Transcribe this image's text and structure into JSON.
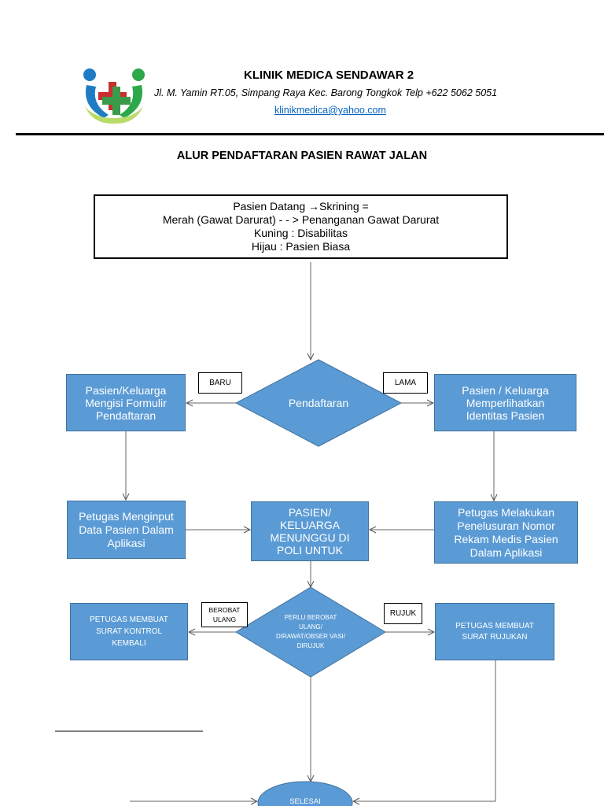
{
  "header": {
    "clinic_name": "KLINIK MEDICA SENDAWAR 2",
    "address": "Jl. M. Yamin RT.05, Simpang Raya Kec. Barong Tongkok Telp +622 5062 5051",
    "email": "klinikmedica@yahoo.com",
    "logo_icon": "medical-cross-hands-logo"
  },
  "title": "ALUR PENDAFTARAN PASIEN RAWAT JALAN",
  "flow": {
    "start_box": [
      "Pasien Datang →Skrining =",
      "Merah (Gawat Darurat) - - > Penanganan Gawat Darurat",
      "Kuning : Disabilitas",
      "Hijau  : Pasien Biasa"
    ],
    "decision_registration": "Pendaftaran",
    "label_new": "BARU",
    "label_old": "LAMA",
    "new_patient_box": "Pasien/Keluarga Mengisi Formulir Pendaftaran",
    "old_patient_box": "Pasien / Keluarga Memperlihatkan Identitas Pasien",
    "input_box": "Petugas Menginput Data Pasien Dalam Aplikasi",
    "wait_box": "PASIEN/ KELUARGA MENUNGGU DI POLI UNTUK",
    "search_box": "Petugas Melakukan Penelusuran Nomor Rekam Medis Pasien Dalam Aplikasi",
    "decision_followup": "PERLU BEROBAT ULANG/ DIRAWAT/OBSER VASI/ DIRUJUK",
    "label_return": "BEROBAT ULANG",
    "label_refer": "RUJUK",
    "control_box": "PETUGAS MEMBUAT SURAT KONTROL KEMBALI",
    "referral_box": "PETUGAS MEMBUAT SURAT RUJUKAN",
    "end": "SELESAI"
  },
  "colors": {
    "shape_fill": "#5b9bd5",
    "shape_border": "#41719c",
    "link": "#0563c1"
  }
}
